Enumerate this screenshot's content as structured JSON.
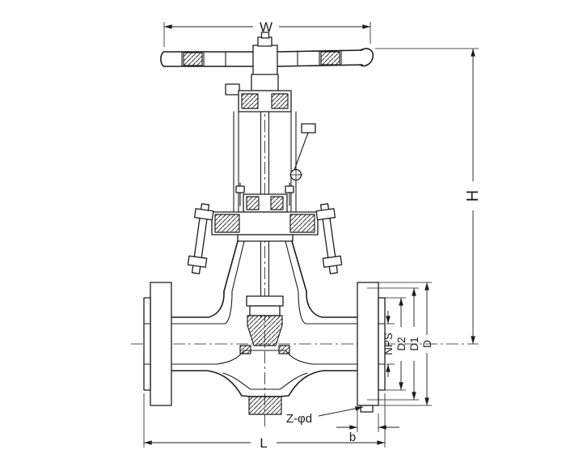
{
  "meta": {
    "background": "#ffffff",
    "line_color": "#1c1c1c"
  },
  "labels": {
    "width": "W",
    "height": "H",
    "length": "L",
    "nps": "NPS",
    "d2": "D2",
    "d1": "D1",
    "d": "D",
    "bolt_holes": "Z-φd",
    "flange_thickness": "b"
  }
}
